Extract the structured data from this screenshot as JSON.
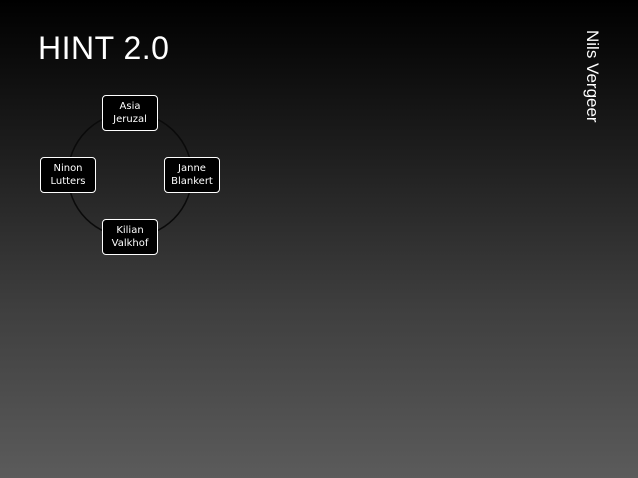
{
  "slide": {
    "title": "HINT 2.0",
    "author": "Nils Vergeer"
  },
  "diagram": {
    "nodes": [
      {
        "line1": "Asia",
        "line2": "Jeruzal"
      },
      {
        "line1": "Janne",
        "line2": "Blankert"
      },
      {
        "line1": "Kilian",
        "line2": "Valkhof"
      },
      {
        "line1": "Ninon",
        "line2": "Lutters"
      }
    ]
  }
}
